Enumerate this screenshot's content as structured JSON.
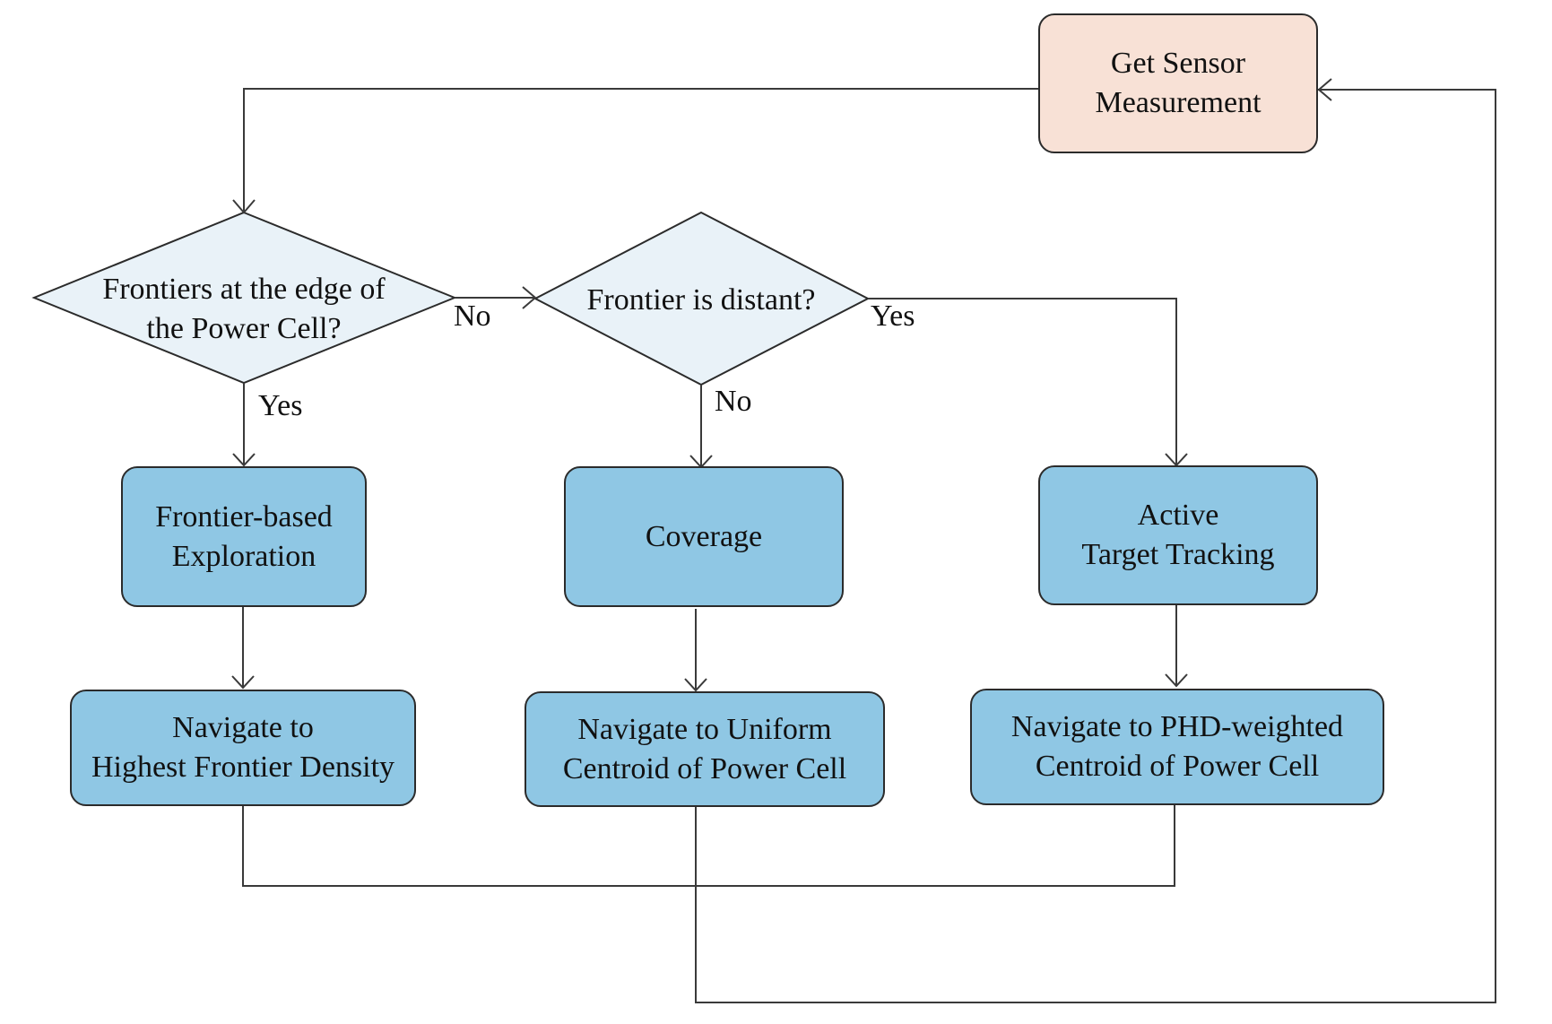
{
  "nodes": {
    "sensor": [
      "Get Sensor",
      "Measurement"
    ],
    "decision_edge": [
      "Frontiers at the edge of",
      "the Power Cell?"
    ],
    "decision_distant": [
      "Frontier is distant?"
    ],
    "frontier_exploration": [
      "Frontier-based",
      "Exploration"
    ],
    "coverage": [
      "Coverage"
    ],
    "target_tracking": [
      "Active",
      "Target Tracking"
    ],
    "nav_frontier": [
      "Navigate to",
      "Highest Frontier Density"
    ],
    "nav_uniform": [
      "Navigate to Uniform",
      "Centroid of Power Cell"
    ],
    "nav_phd": [
      "Navigate to PHD-weighted",
      "Centroid of Power Cell"
    ]
  },
  "edge_labels": {
    "edge_no": "No",
    "edge_yes": "Yes",
    "distant_yes": "Yes",
    "distant_no": "No"
  },
  "colors": {
    "process_fill": "#8fc7e4",
    "start_fill": "#f8e1d6",
    "decision_fill": "#e9f2f8",
    "line": "#2b2b2b"
  }
}
